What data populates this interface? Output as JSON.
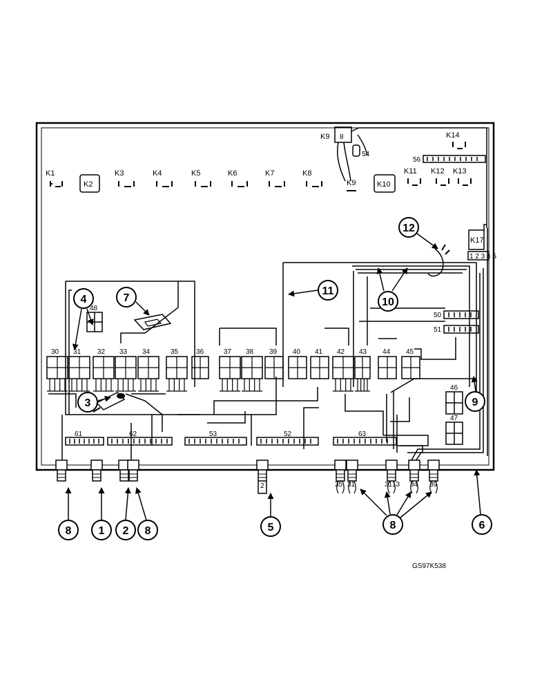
{
  "relays": {
    "k1": "K1",
    "k2": "K2",
    "k3": "K3",
    "k4": "K4",
    "k5": "K5",
    "k6": "K6",
    "k7": "K7",
    "k8": "K8",
    "k9_top": "K9",
    "k9": "K9",
    "k10": "K10",
    "k11": "K11",
    "k12": "K12",
    "k13": "K13",
    "k14": "K14",
    "k17": "K17"
  },
  "small_labels": {
    "c54": "54",
    "c56": "56",
    "c8": "8",
    "k17_pins": "1 2 3 4 5"
  },
  "fuse_blocks": {
    "f30": "30",
    "f31": "31",
    "f32": "32",
    "f33": "33",
    "f34": "34",
    "f35": "35",
    "f36": "36",
    "f37": "37",
    "f38": "38",
    "f39": "39",
    "f40": "40",
    "f41": "41",
    "f42": "42",
    "f43": "43",
    "f44": "44",
    "f45": "45",
    "f46": "46",
    "f47": "47",
    "f48": "48"
  },
  "connectors": {
    "c50": "50",
    "c51": "51",
    "c52": "52",
    "c53": "53",
    "c61": "61",
    "c62": "62",
    "c63": "63"
  },
  "bottom_terminals": {
    "t2": "2",
    "t35": "35",
    "t31a": "31",
    "t31b": "31",
    "t13": "13",
    "t34": "34",
    "t39": "39"
  },
  "callouts": {
    "c1": "1",
    "c2": "2",
    "c3": "3",
    "c4": "4",
    "c5": "5",
    "c6": "6",
    "c7": "7",
    "c8a": "8",
    "c8b": "8",
    "c8c": "8",
    "c9": "9",
    "c10": "10",
    "c11": "11",
    "c12": "12"
  },
  "figure_code": "GS97K538"
}
